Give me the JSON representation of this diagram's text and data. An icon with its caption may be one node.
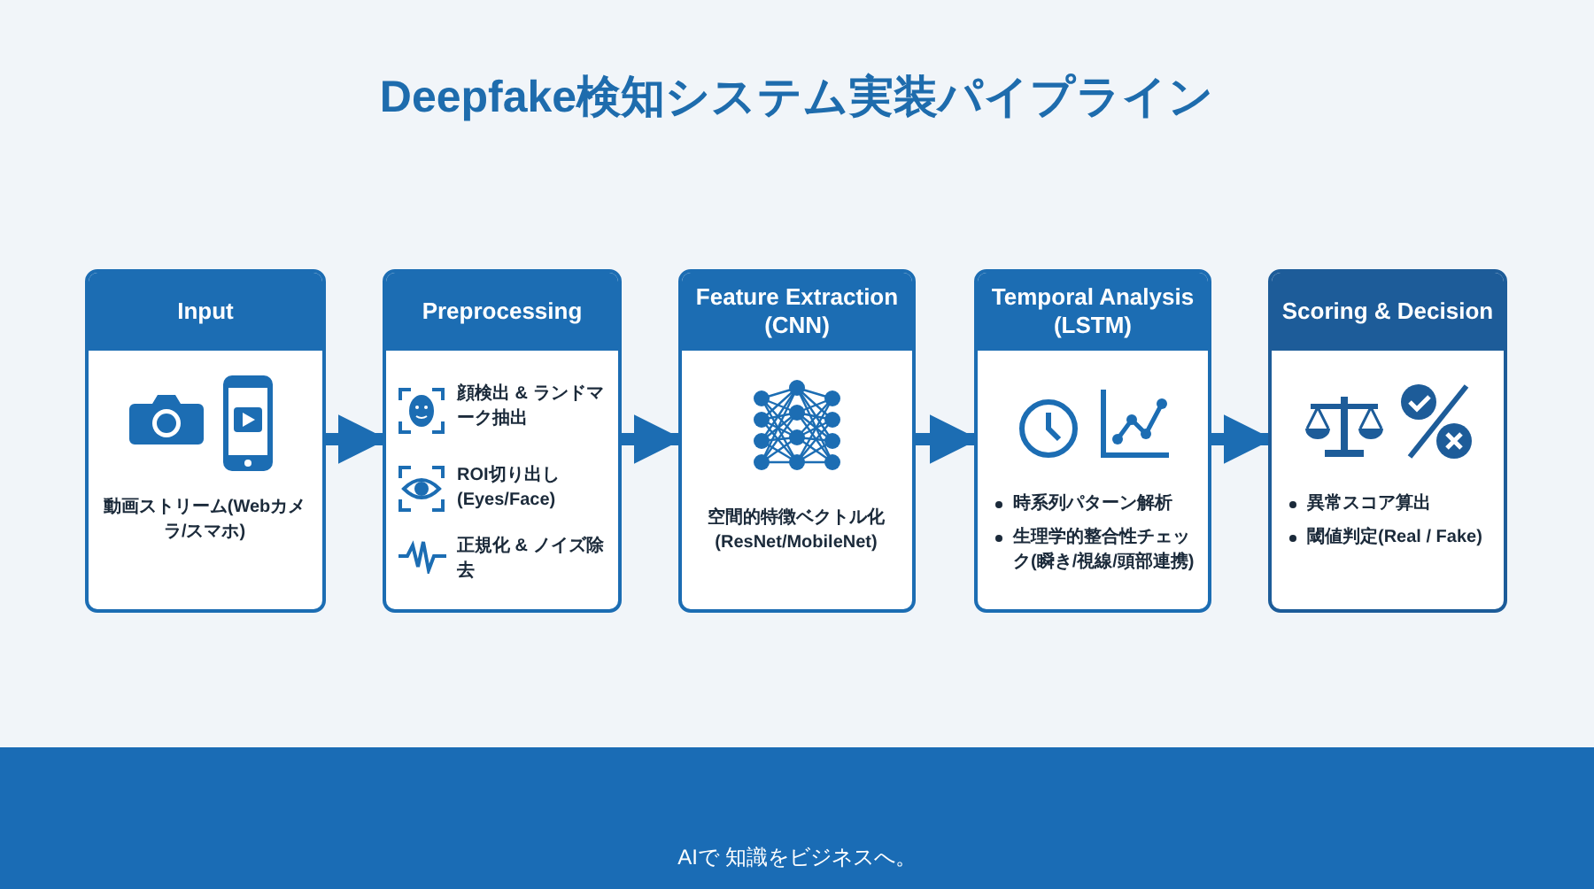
{
  "diagram": {
    "title": "Deepfake検知システム実装パイプライン",
    "nodes": [
      {
        "text": [
          "Input",
          "動画ストリーム(Webカメラ/スマホ)"
        ]
      },
      {
        "text": [
          "Preprocessing",
          "顔検出 & ランドマーク抽出",
          "ROI切り出し(Eyes/Face)",
          "正規化 & ノイズ除去"
        ]
      },
      {
        "text": [
          "Feature Extraction (CNN)",
          "空間的特徴ベクトル化(ResNet/MobileNet)"
        ]
      },
      {
        "text": [
          "Temporal Analysis (LSTM)",
          "時系列パターン解析",
          "生理学的整合性チェック(瞬き/視線/頭部連携)"
        ]
      },
      {
        "text": [
          "Scoring & Decision",
          "異常スコア算出",
          "閾値判定(Real / Fake)"
        ]
      }
    ],
    "edges": [
      {
        "from": 0,
        "to": 1,
        "arrow": "to"
      },
      {
        "from": 1,
        "to": 2,
        "arrow": "to"
      },
      {
        "from": 2,
        "to": 3,
        "arrow": "to"
      },
      {
        "from": 3,
        "to": 4,
        "arrow": "to"
      }
    ],
    "labels": [
      "AIで 知識をビジネスへ。"
    ]
  }
}
